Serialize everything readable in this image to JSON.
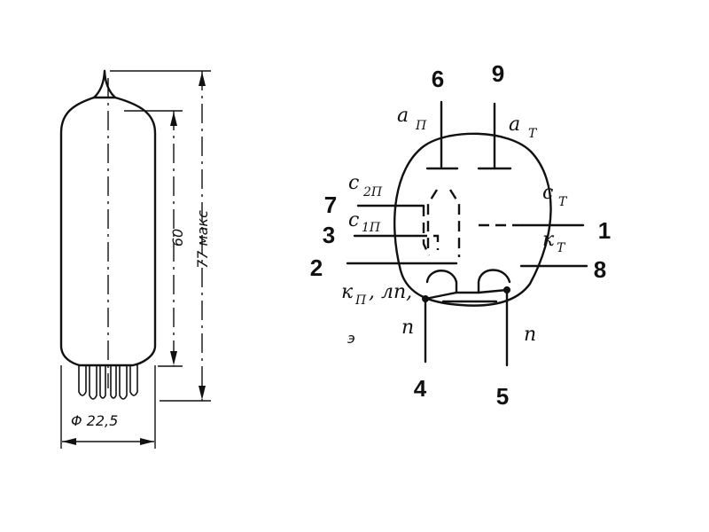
{
  "dimensions": {
    "length": "60",
    "total_length": "77 макс",
    "diameter": "Φ 22,5"
  },
  "pins": {
    "p1": "1",
    "p2": "2",
    "p3": "3",
    "p4": "4",
    "p5": "5",
    "p6": "6",
    "p7": "7",
    "p8": "8",
    "p9": "9"
  },
  "electrodes": {
    "anode_pentode": {
      "main": "a",
      "sub": "П"
    },
    "anode_triode": {
      "main": "a",
      "sub": "Т"
    },
    "grid2_pentode": {
      "main": "c",
      "sub": "2П"
    },
    "grid1_pentode": {
      "main": "c",
      "sub": "1П"
    },
    "grid_triode": {
      "main": "c",
      "sub": "Т"
    },
    "cathode_triode": {
      "main": "к",
      "sub": "Т"
    },
    "cathode_pentode": {
      "main": "к",
      "sub": "П",
      "suffix": ", лп,"
    },
    "heater_left": "п",
    "heater_right": "п",
    "screen": "э"
  }
}
